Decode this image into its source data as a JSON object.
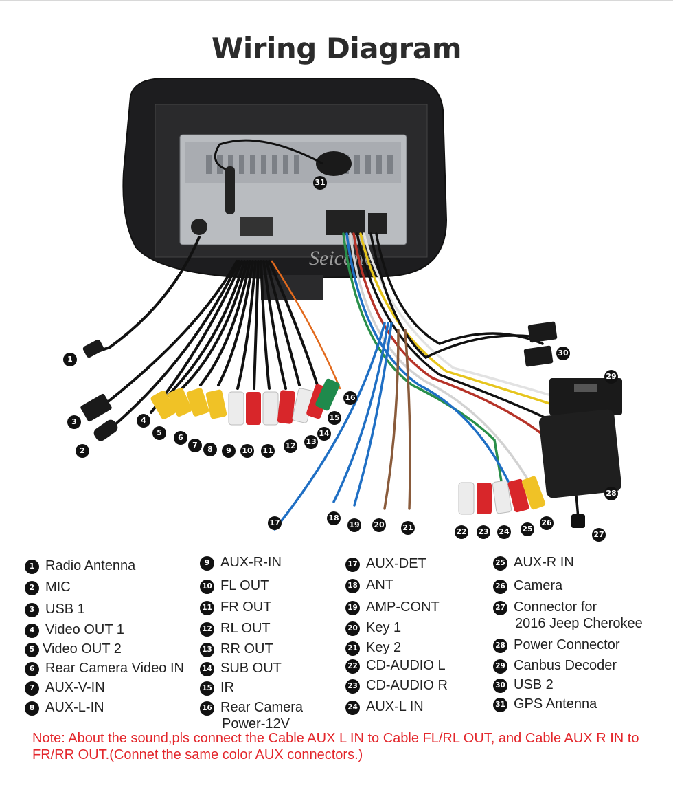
{
  "title": "Wiring Diagram",
  "watermark": "Seicane",
  "legend": [
    {
      "n": "1",
      "label": "Radio Antenna"
    },
    {
      "n": "2",
      "label": "MIC"
    },
    {
      "n": "3",
      "label": "USB 1"
    },
    {
      "n": "4",
      "label": "Video OUT 1"
    },
    {
      "n": "5",
      "label": "Video OUT 2"
    },
    {
      "n": "6",
      "label": "Rear Camera Video IN"
    },
    {
      "n": "7",
      "label": "AUX-V-IN"
    },
    {
      "n": "8",
      "label": "AUX-L-IN"
    },
    {
      "n": "9",
      "label": "AUX-R-IN"
    },
    {
      "n": "10",
      "label": "FL OUT"
    },
    {
      "n": "11",
      "label": "FR OUT"
    },
    {
      "n": "12",
      "label": "RL OUT"
    },
    {
      "n": "13",
      "label": "RR OUT"
    },
    {
      "n": "14",
      "label": "SUB OUT"
    },
    {
      "n": "15",
      "label": "IR"
    },
    {
      "n": "16",
      "label": "Rear Camera",
      "label2": "Power-12V"
    },
    {
      "n": "17",
      "label": "AUX-DET"
    },
    {
      "n": "18",
      "label": "ANT"
    },
    {
      "n": "19",
      "label": "AMP-CONT"
    },
    {
      "n": "20",
      "label": "Key 1"
    },
    {
      "n": "21",
      "label": "Key 2"
    },
    {
      "n": "22",
      "label": "CD-AUDIO L"
    },
    {
      "n": "23",
      "label": "CD-AUDIO R"
    },
    {
      "n": "24",
      "label": "AUX-L IN"
    },
    {
      "n": "25",
      "label": "AUX-R IN"
    },
    {
      "n": "26",
      "label": "Camera"
    },
    {
      "n": "27",
      "label": "Connector for",
      "label2": "2016 Jeep Cherokee"
    },
    {
      "n": "28",
      "label": "Power Connector"
    },
    {
      "n": "29",
      "label": "Canbus Decoder"
    },
    {
      "n": "30",
      "label": "USB 2"
    },
    {
      "n": "31",
      "label": "GPS Antenna"
    }
  ],
  "note": "Note: About the sound,pls connect the Cable AUX L IN to Cable FL/RL OUT, and Cable AUX R IN to  FR/RR OUT.(Connet the same color AUX connectors.)",
  "colors": {
    "note": "#e3262b",
    "badge": "#111111",
    "panel": "#1e1e1e"
  }
}
